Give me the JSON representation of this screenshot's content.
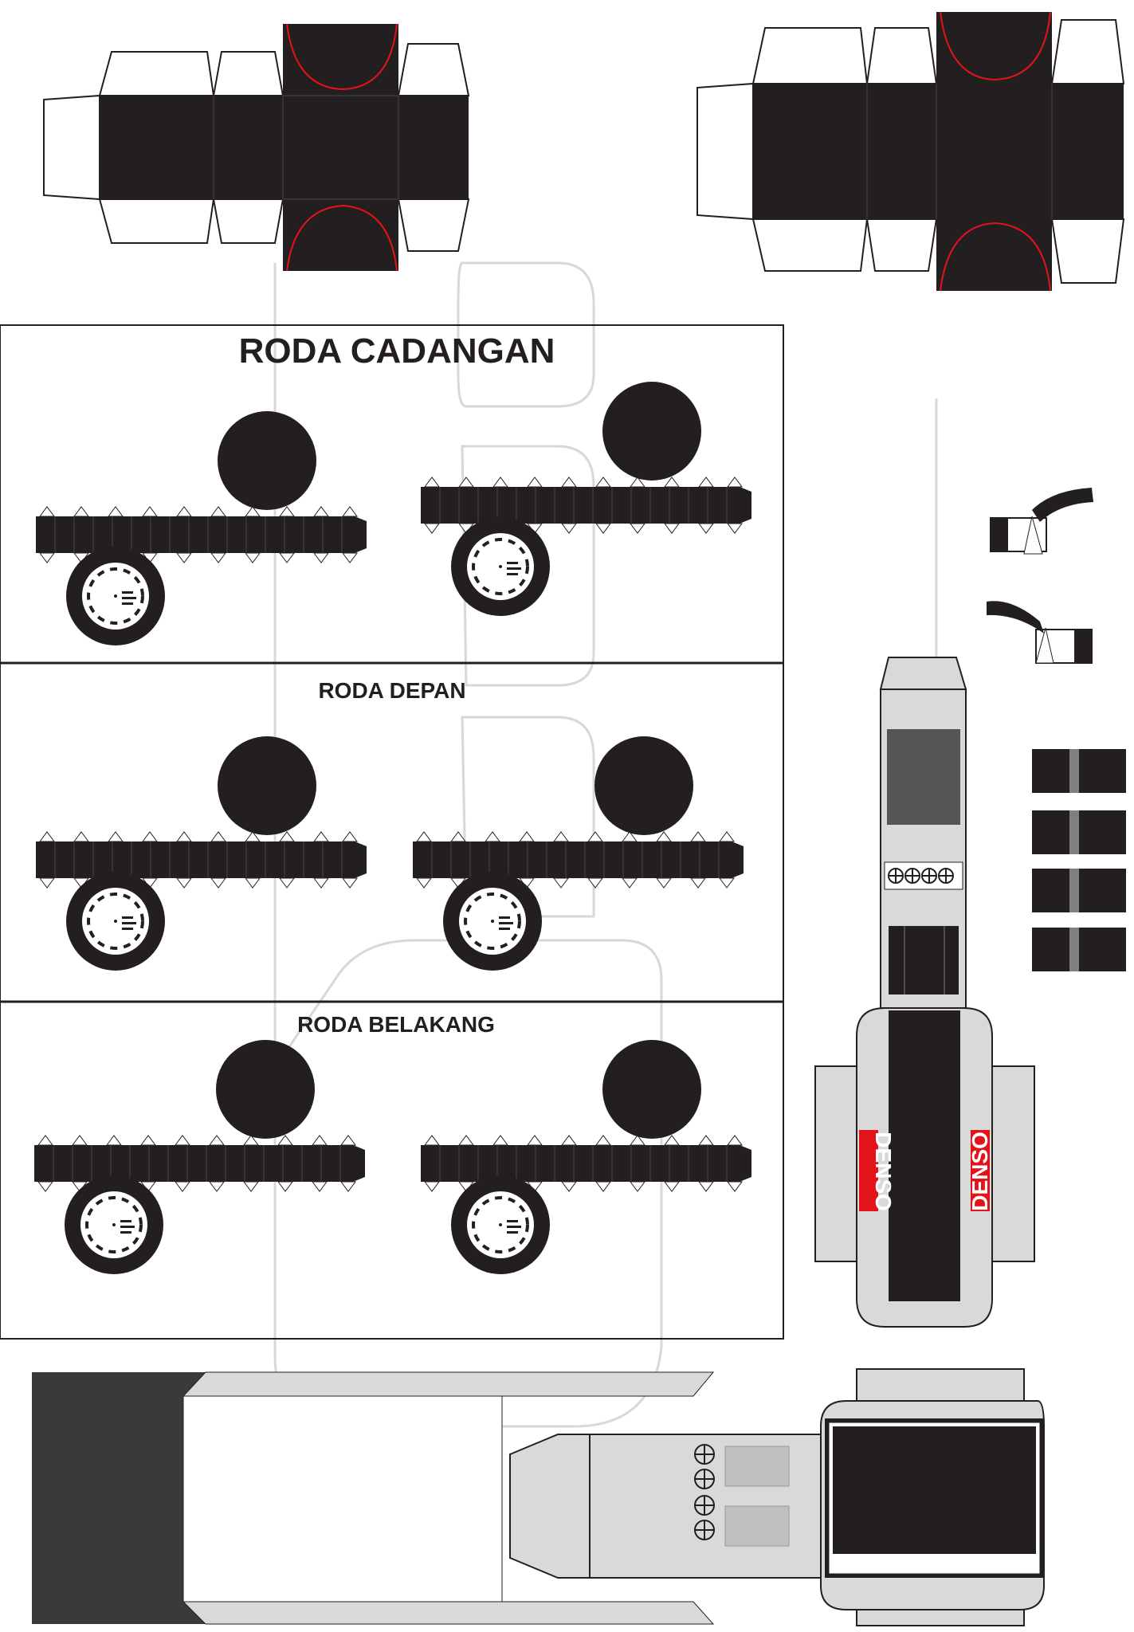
{
  "sections": {
    "spare_wheel_label": "RODA CADANGAN",
    "front_wheel_label": "RODA DEPAN",
    "rear_wheel_label": "RODA BELAKANG"
  },
  "brand": {
    "left_label": "DENSO",
    "right_label": "DENSO"
  },
  "colors": {
    "ink": "#231f20",
    "accent_red": "#e3131b",
    "panel_grey": "#d9d9d9",
    "screen_grey": "#555555",
    "watermark_grey": "#d8d8d8"
  }
}
